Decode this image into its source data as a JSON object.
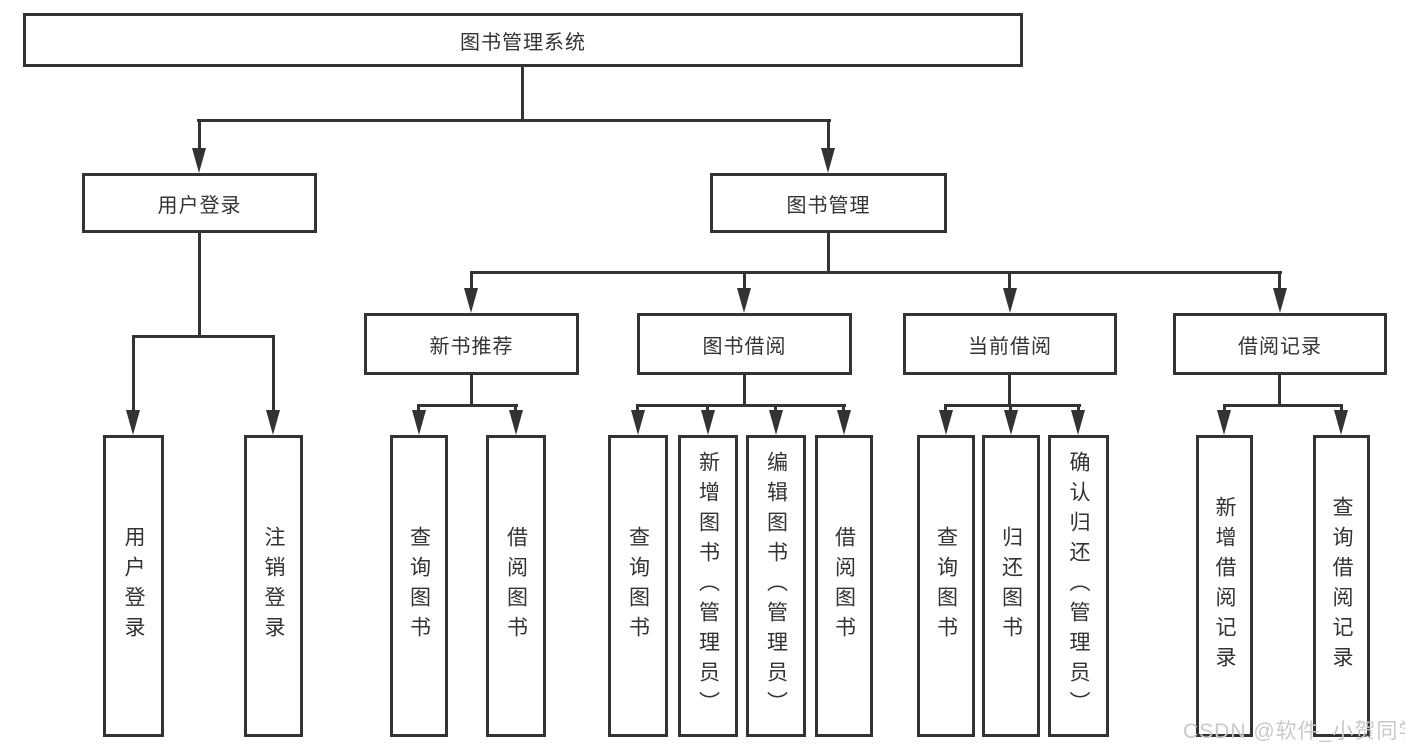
{
  "diagram": {
    "title": "图书管理系统",
    "watermark": "CSDN @软件_小贺同学",
    "colors": {
      "line": "#333333",
      "box_border": "#333333",
      "box_fill": "#ffffff",
      "text": "#333333",
      "watermark": "#c9c9c9"
    },
    "nodes": {
      "root": {
        "label": "图书管理系统"
      },
      "user_login": {
        "label": "用户登录"
      },
      "book_mgmt": {
        "label": "图书管理"
      },
      "new_book_rec": {
        "label": "新书推荐"
      },
      "book_borrow": {
        "label": "图书借阅"
      },
      "current_borrow": {
        "label": "当前借阅"
      },
      "borrow_record": {
        "label": "借阅记录"
      },
      "login": {
        "label": "用户登录"
      },
      "logout": {
        "label": "注销登录"
      },
      "nb_query": {
        "label": "查询图书"
      },
      "nb_borrow": {
        "label": "借阅图书"
      },
      "bb_query": {
        "label": "查询图书"
      },
      "bb_add": {
        "label": "新增图书（管理员）"
      },
      "bb_edit": {
        "label": "编辑图书（管理员）"
      },
      "bb_borrow": {
        "label": "借阅图书"
      },
      "cb_query": {
        "label": "查询图书"
      },
      "cb_return": {
        "label": "归还图书"
      },
      "cb_confirm": {
        "label": "确认归还（管理员）"
      },
      "br_add": {
        "label": "新增借阅记录"
      },
      "br_query": {
        "label": "查询借阅记录"
      }
    },
    "edges": [
      [
        "root",
        "user_login"
      ],
      [
        "root",
        "book_mgmt"
      ],
      [
        "user_login",
        "login"
      ],
      [
        "user_login",
        "logout"
      ],
      [
        "book_mgmt",
        "new_book_rec"
      ],
      [
        "book_mgmt",
        "book_borrow"
      ],
      [
        "book_mgmt",
        "current_borrow"
      ],
      [
        "book_mgmt",
        "borrow_record"
      ],
      [
        "new_book_rec",
        "nb_query"
      ],
      [
        "new_book_rec",
        "nb_borrow"
      ],
      [
        "book_borrow",
        "bb_query"
      ],
      [
        "book_borrow",
        "bb_add"
      ],
      [
        "book_borrow",
        "bb_edit"
      ],
      [
        "book_borrow",
        "bb_borrow"
      ],
      [
        "current_borrow",
        "cb_query"
      ],
      [
        "current_borrow",
        "cb_return"
      ],
      [
        "current_borrow",
        "cb_confirm"
      ],
      [
        "borrow_record",
        "br_add"
      ],
      [
        "borrow_record",
        "br_query"
      ]
    ]
  }
}
